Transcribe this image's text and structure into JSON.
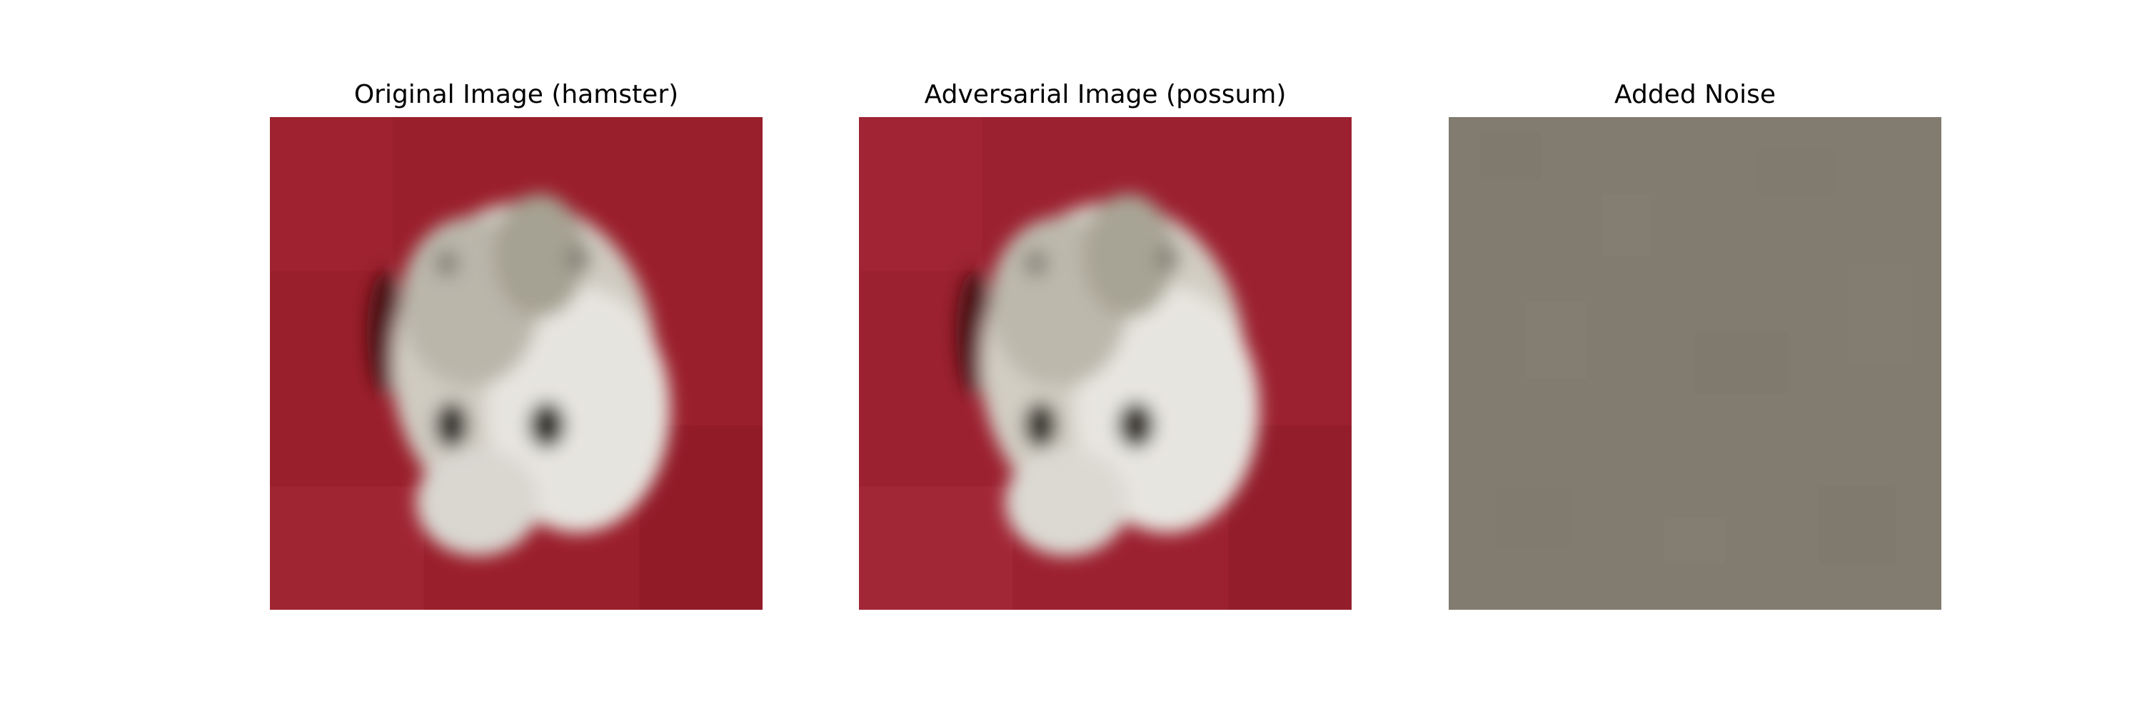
{
  "figure": {
    "panels": [
      {
        "title": "Original Image (hamster)",
        "image": "hamster"
      },
      {
        "title": "Adversarial Image (possum)",
        "image": "hamster"
      },
      {
        "title": "Added Noise",
        "image": "noise"
      }
    ]
  },
  "colors": {
    "background_red": "#9a1f2c",
    "fur_light": "#d8d6cf",
    "eye_dark": "#3a3830",
    "noise_gray": "#827c70"
  }
}
